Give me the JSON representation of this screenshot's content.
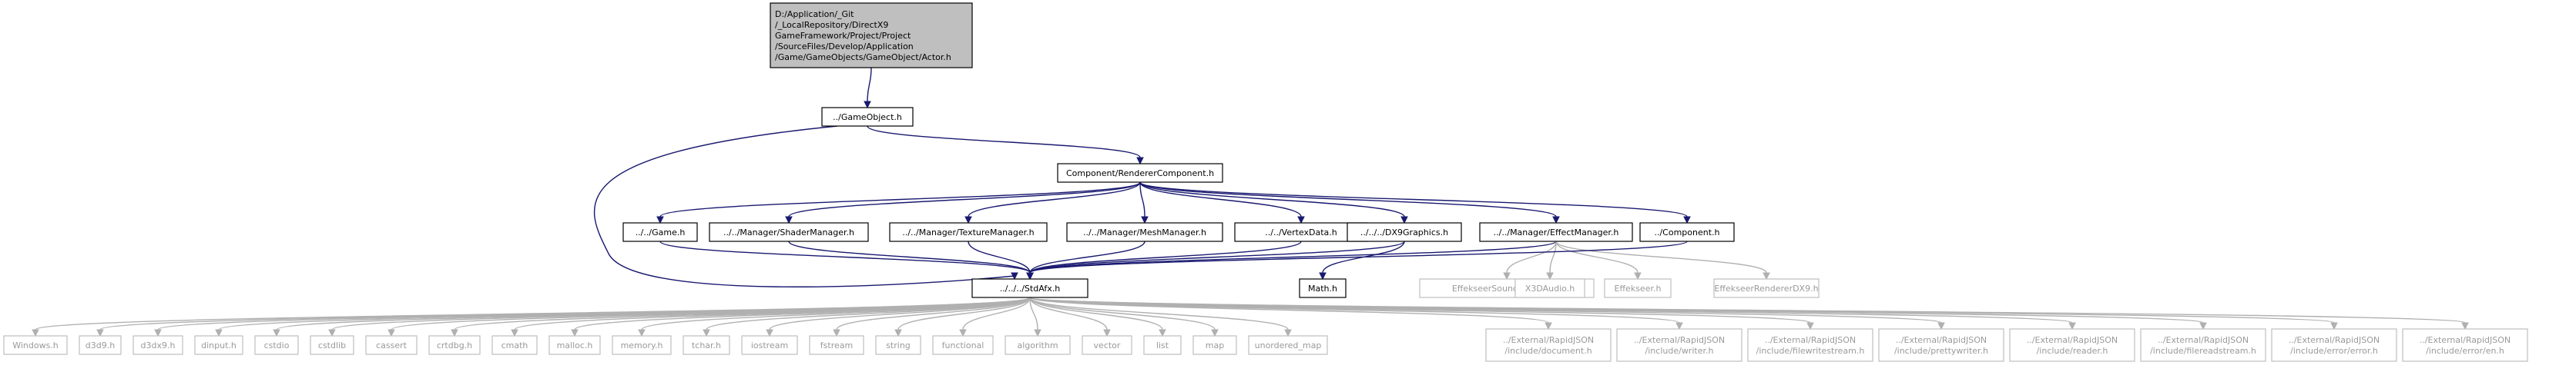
{
  "diagram": {
    "root": {
      "lines": [
        "D:/Application/_Git",
        "/_LocalRepository/DirectX9",
        "GameFramework/Project/Project",
        "/SourceFiles/Develop/Application",
        "/Game/GameObjects/GameObject/Actor.h"
      ]
    },
    "nodes": {
      "gameobject": "../GameObject.h",
      "renderer": "Component/RendererComponent.h",
      "game": "../../Game.h",
      "shadermgr": "../../Manager/ShaderManager.h",
      "texturemgr": "../../Manager/TextureManager.h",
      "meshmgr": "../../Manager/MeshManager.h",
      "vertexdata": "../../VertexData.h",
      "dx9graphics": "../../../DX9Graphics.h",
      "effectmgr": "../../Manager/EffectManager.h",
      "component": "../Component.h",
      "stdafx": "../../../StdAfx.h",
      "math": "Math.h",
      "efk_xaudio2": "EffekseerSoundXAudio2.h",
      "x3daudio": "X3DAudio.h",
      "effekseer": "Effekseer.h",
      "efk_dx9": "EffekseerRendererDX9.h"
    },
    "leaves": [
      {
        "key": "windows",
        "label": "Windows.h"
      },
      {
        "key": "d3d9",
        "label": "d3d9.h"
      },
      {
        "key": "d3dx9",
        "label": "d3dx9.h"
      },
      {
        "key": "dinput",
        "label": "dinput.h"
      },
      {
        "key": "cstdio",
        "label": "cstdio"
      },
      {
        "key": "cstdlib",
        "label": "cstdlib"
      },
      {
        "key": "cassert",
        "label": "cassert"
      },
      {
        "key": "crtdbg",
        "label": "crtdbg.h"
      },
      {
        "key": "cmath",
        "label": "cmath"
      },
      {
        "key": "malloc",
        "label": "malloc.h"
      },
      {
        "key": "memory",
        "label": "memory.h"
      },
      {
        "key": "tchar",
        "label": "tchar.h"
      },
      {
        "key": "iostream",
        "label": "iostream"
      },
      {
        "key": "fstream",
        "label": "fstream"
      },
      {
        "key": "string",
        "label": "string"
      },
      {
        "key": "functional",
        "label": "functional"
      },
      {
        "key": "algorithm",
        "label": "algorithm"
      },
      {
        "key": "vector",
        "label": "vector"
      },
      {
        "key": "list",
        "label": "list"
      },
      {
        "key": "map",
        "label": "map"
      },
      {
        "key": "unordered_map",
        "label": "unordered_map"
      }
    ],
    "rapidjson": [
      {
        "key": "rj_document",
        "lines": [
          "../External/RapidJSON",
          "/include/document.h"
        ]
      },
      {
        "key": "rj_writer",
        "lines": [
          "../External/RapidJSON",
          "/include/writer.h"
        ]
      },
      {
        "key": "rj_filewrite",
        "lines": [
          "../External/RapidJSON",
          "/include/filewritestream.h"
        ]
      },
      {
        "key": "rj_pretty",
        "lines": [
          "../External/RapidJSON",
          "/include/prettywriter.h"
        ]
      },
      {
        "key": "rj_reader",
        "lines": [
          "../External/RapidJSON",
          "/include/reader.h"
        ]
      },
      {
        "key": "rj_fileread",
        "lines": [
          "../External/RapidJSON",
          "/include/filereadstream.h"
        ]
      },
      {
        "key": "rj_error",
        "lines": [
          "../External/RapidJSON",
          "/include/error/error.h"
        ]
      },
      {
        "key": "rj_en",
        "lines": [
          "../External/RapidJSON",
          "/include/error/en.h"
        ]
      }
    ],
    "edges": [
      [
        "root",
        "gameobject"
      ],
      [
        "gameobject",
        "renderer"
      ],
      [
        "gameobject",
        "stdafx"
      ],
      [
        "renderer",
        "game"
      ],
      [
        "renderer",
        "shadermgr"
      ],
      [
        "renderer",
        "texturemgr"
      ],
      [
        "renderer",
        "meshmgr"
      ],
      [
        "renderer",
        "vertexdata"
      ],
      [
        "renderer",
        "dx9graphics"
      ],
      [
        "renderer",
        "effectmgr"
      ],
      [
        "renderer",
        "component"
      ],
      [
        "game",
        "stdafx"
      ],
      [
        "shadermgr",
        "stdafx"
      ],
      [
        "texturemgr",
        "stdafx"
      ],
      [
        "meshmgr",
        "stdafx"
      ],
      [
        "vertexdata",
        "stdafx"
      ],
      [
        "dx9graphics",
        "stdafx"
      ],
      [
        "dx9graphics",
        "math"
      ],
      [
        "effectmgr",
        "stdafx"
      ],
      [
        "effectmgr",
        "efk_xaudio2"
      ],
      [
        "effectmgr",
        "x3daudio"
      ],
      [
        "effectmgr",
        "effekseer"
      ],
      [
        "effectmgr",
        "efk_dx9"
      ],
      [
        "component",
        "stdafx"
      ]
    ]
  }
}
